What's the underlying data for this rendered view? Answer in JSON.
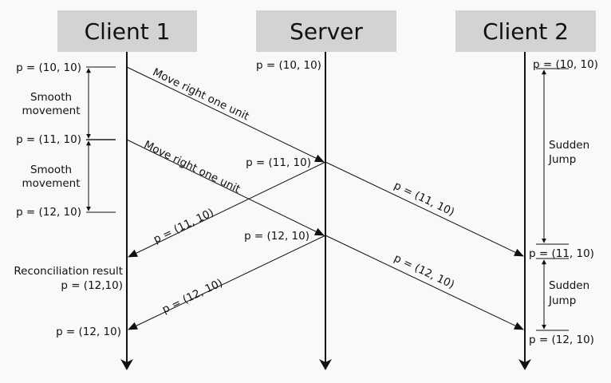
{
  "headers": {
    "client1": "Client 1",
    "server": "Server",
    "client2": "Client 2"
  },
  "client1": {
    "p_start": "p = (10, 10)",
    "smooth1_line1": "Smooth",
    "smooth1_line2": "movement",
    "p_11": "p = (11, 10)",
    "smooth2_line1": "Smooth",
    "smooth2_line2": "movement",
    "p_12": "p = (12, 10)",
    "reconciliation_line1": "Reconciliation result",
    "reconciliation_line2": "p = (12,10)",
    "p_final": "p = (12, 10)"
  },
  "server": {
    "p_start": "p = (10, 10)",
    "p_11": "p = (11, 10)",
    "p_12": "p = (12, 10)"
  },
  "client2": {
    "p_start": "p = (10, 10)",
    "jump1_line1": "Sudden",
    "jump1_line2": "Jump",
    "p_11": "p = (11, 10)",
    "jump2_line1": "Sudden",
    "jump2_line2": "Jump",
    "p_12": "p = (12, 10)"
  },
  "messages": {
    "move1": "Move right one unit",
    "move2": "Move right one unit",
    "reply_c1_11": "p = (11, 10)",
    "reply_c1_12": "p = (12, 10)",
    "bcast_c2_11": "p = (11, 10)",
    "bcast_c2_12": "p = (12, 10)"
  }
}
